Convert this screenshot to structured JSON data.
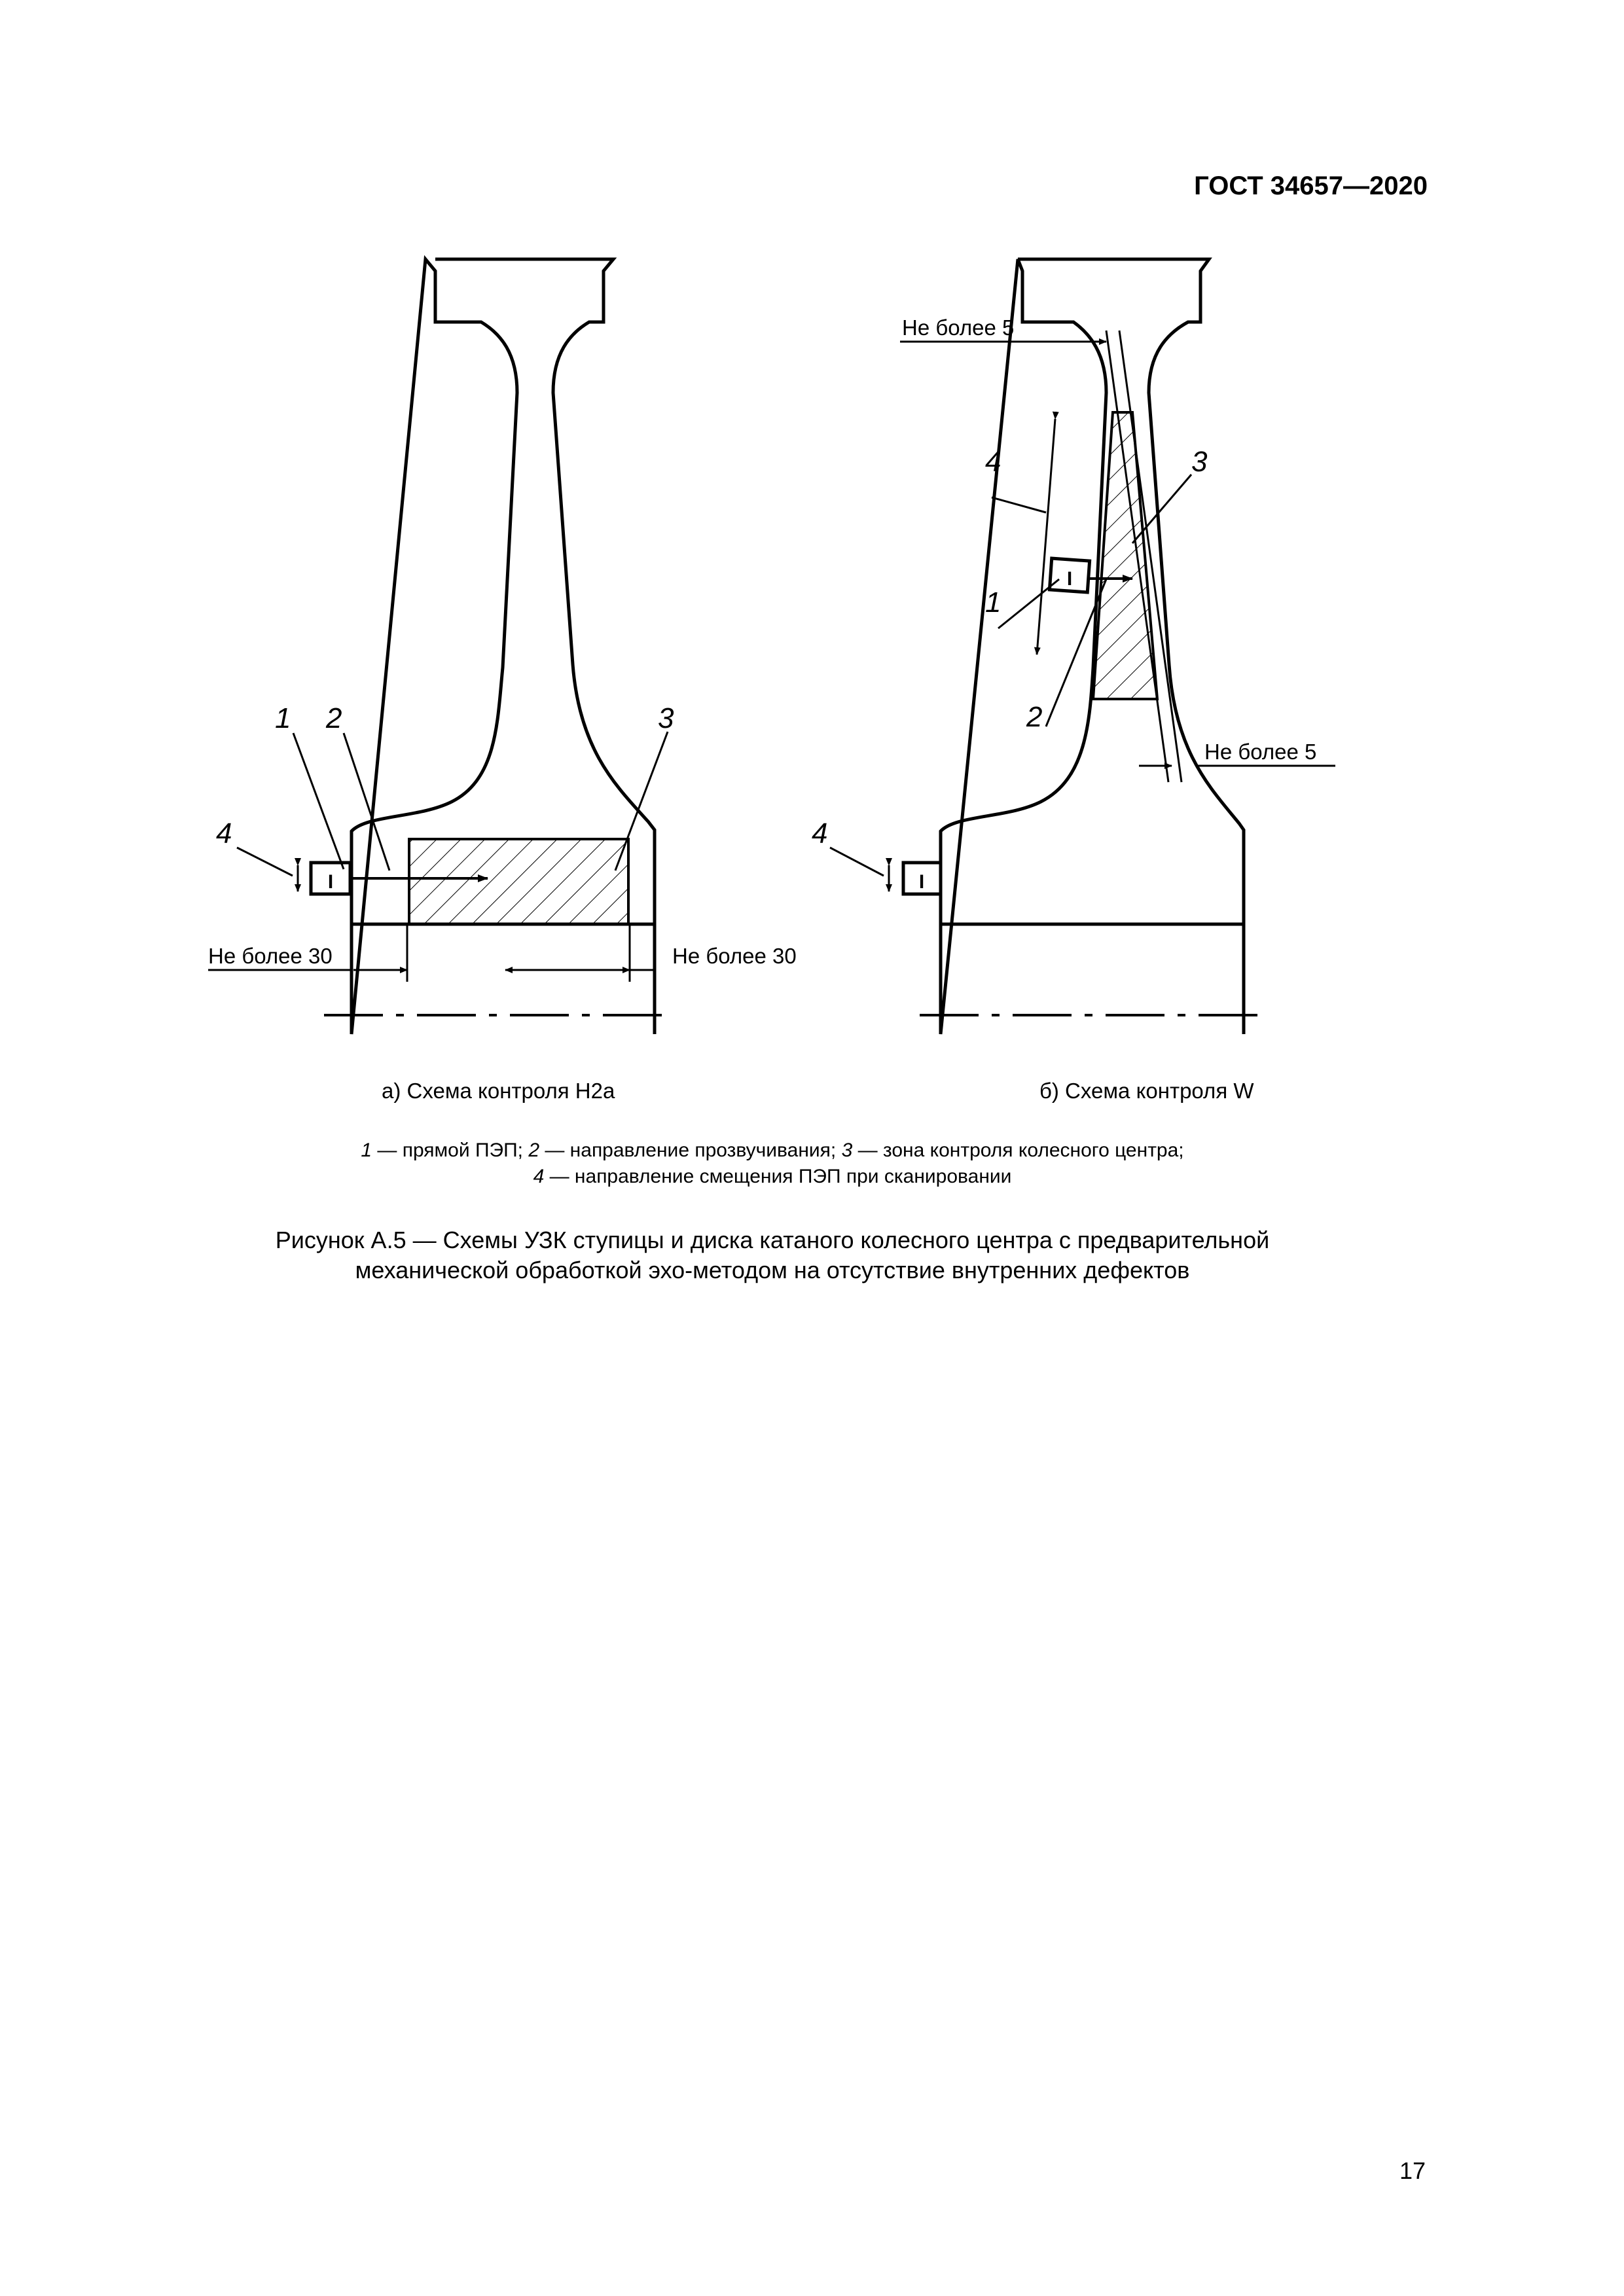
{
  "header": {
    "doc_code": "ГОСТ 34657—2020"
  },
  "figure": {
    "left": {
      "caption": "а) Схема контроля H2a",
      "callouts": [
        "1",
        "2",
        "3",
        "4"
      ],
      "dimension_left": "Не более 30",
      "dimension_right": "Не более 30",
      "probe_mark": "I"
    },
    "right": {
      "caption": "б) Схема контроля W",
      "callouts": [
        "1",
        "2",
        "3",
        "4"
      ],
      "dimension_top": "Не более 5",
      "dimension_bottom": "Не более 5",
      "probe_mark": "I"
    }
  },
  "legend": {
    "items": [
      {
        "num": "1",
        "text": " — прямой ПЭП; "
      },
      {
        "num": "2",
        "text": " — направление прозвучивания; "
      },
      {
        "num": "3",
        "text": " — зона контроля колесного центра;"
      },
      {
        "num": "4",
        "text": " — направление смещения ПЭП при сканировании"
      }
    ]
  },
  "figure_title": {
    "line1": "Рисунок А.5 — Схемы УЗК ступицы и диска катаного колесного центра с предварительной",
    "line2": "механической обработкой эхо-методом на отсутствие внутренних дефектов"
  },
  "page_number": "17"
}
